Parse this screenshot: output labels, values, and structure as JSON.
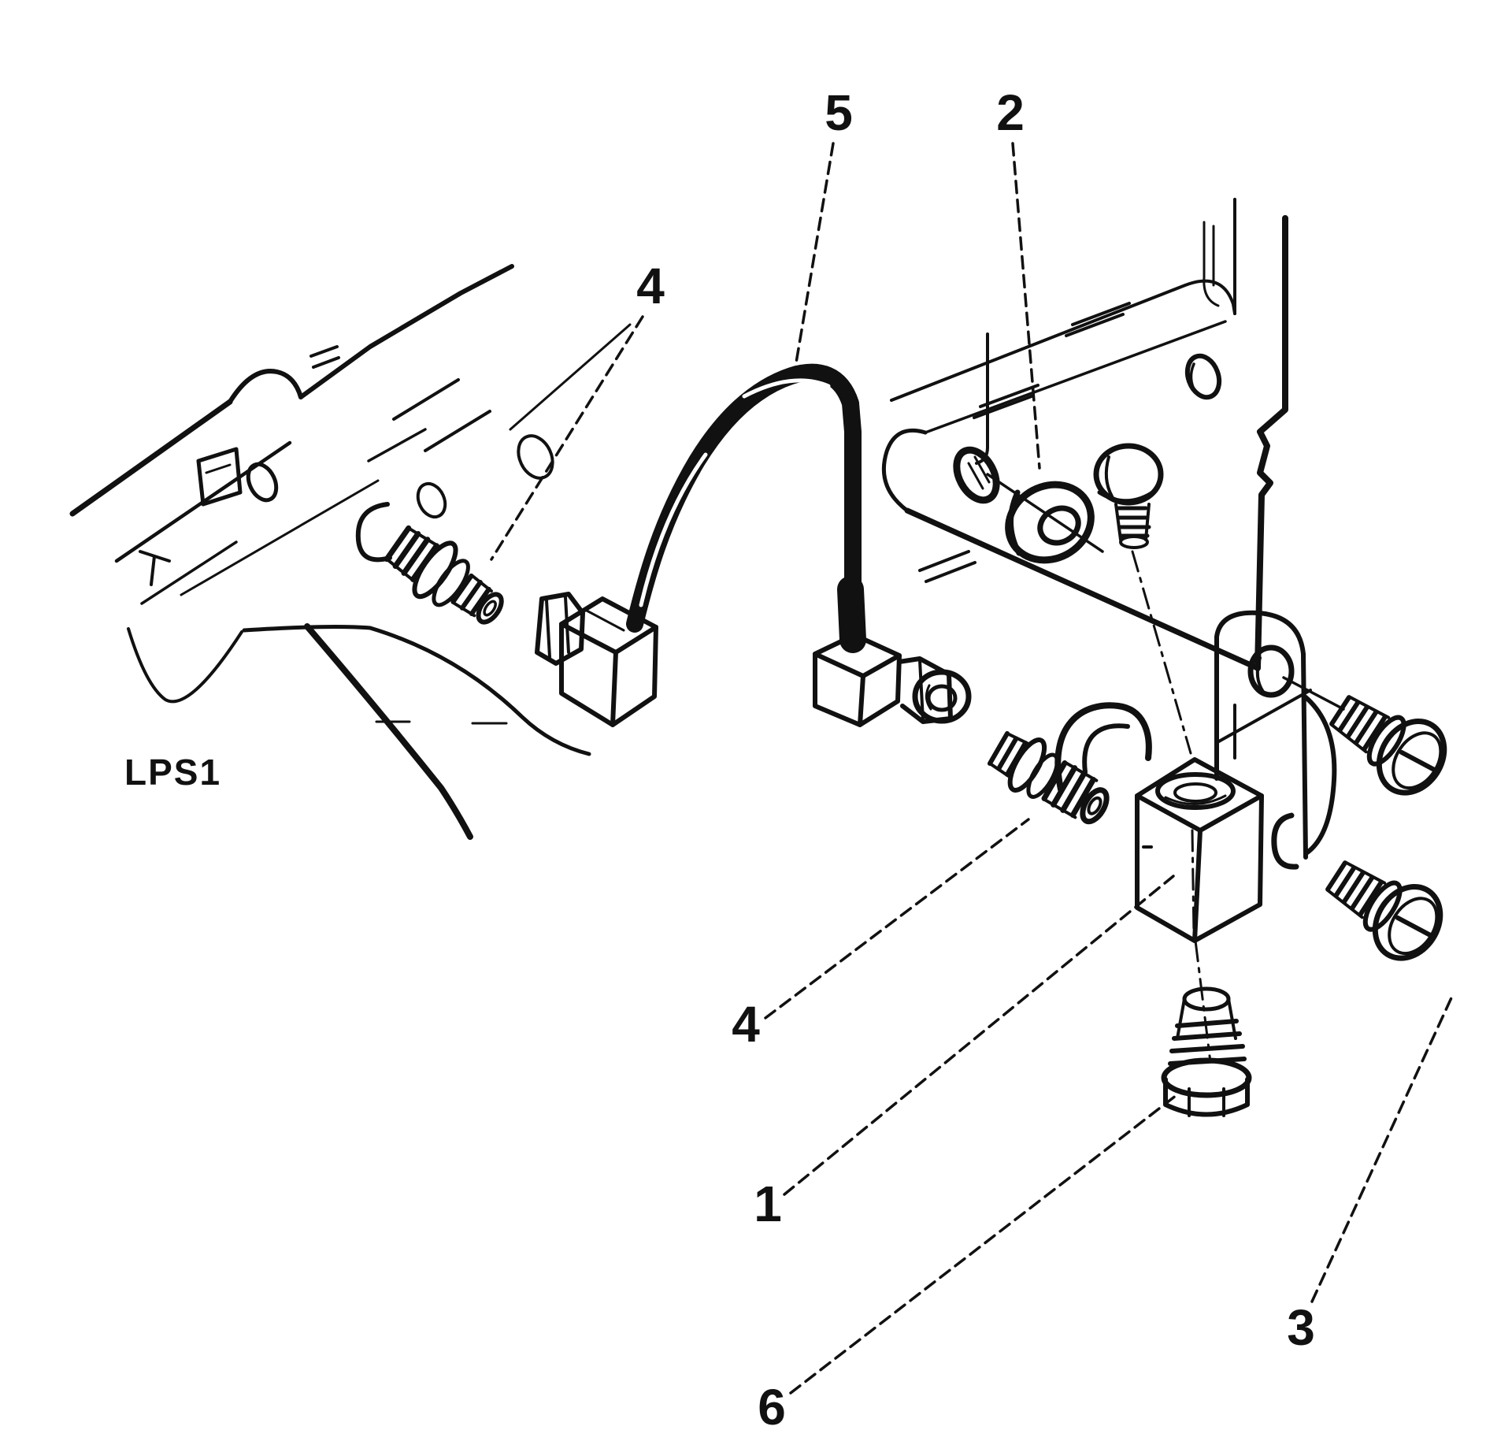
{
  "figure": {
    "reference_code": "LPS1"
  },
  "callouts": {
    "item5": "5",
    "item2": "2",
    "item4_upper": "4",
    "item4_lower": "4",
    "item1": "1",
    "item6": "6",
    "item3": "3"
  },
  "colors": {
    "background": "#ffffff",
    "line": "#111111"
  }
}
